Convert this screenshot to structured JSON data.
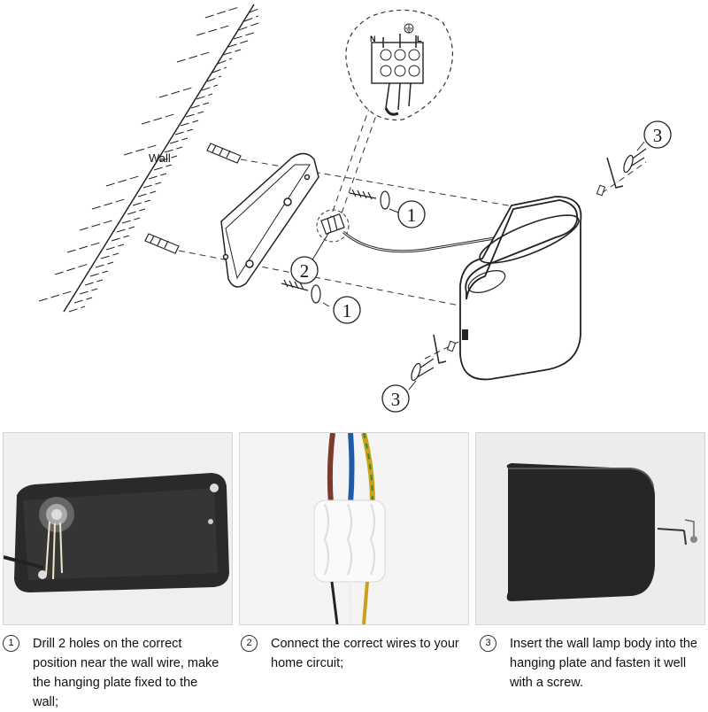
{
  "diagram": {
    "wall_label": "Wall",
    "terminal_labels": [
      "N",
      "L"
    ],
    "callout_numbers": [
      "1",
      "1",
      "2",
      "3",
      "3"
    ]
  },
  "steps": [
    {
      "number": "1",
      "text": "Drill 2 holes on the correct position near the wall wire, make the hanging plate fixed to the wall;"
    },
    {
      "number": "2",
      "text": "Connect the correct wires to your home circuit;"
    },
    {
      "number": "3",
      "text": "Insert the wall lamp body into the hanging plate and fasten it well with a screw."
    }
  ]
}
